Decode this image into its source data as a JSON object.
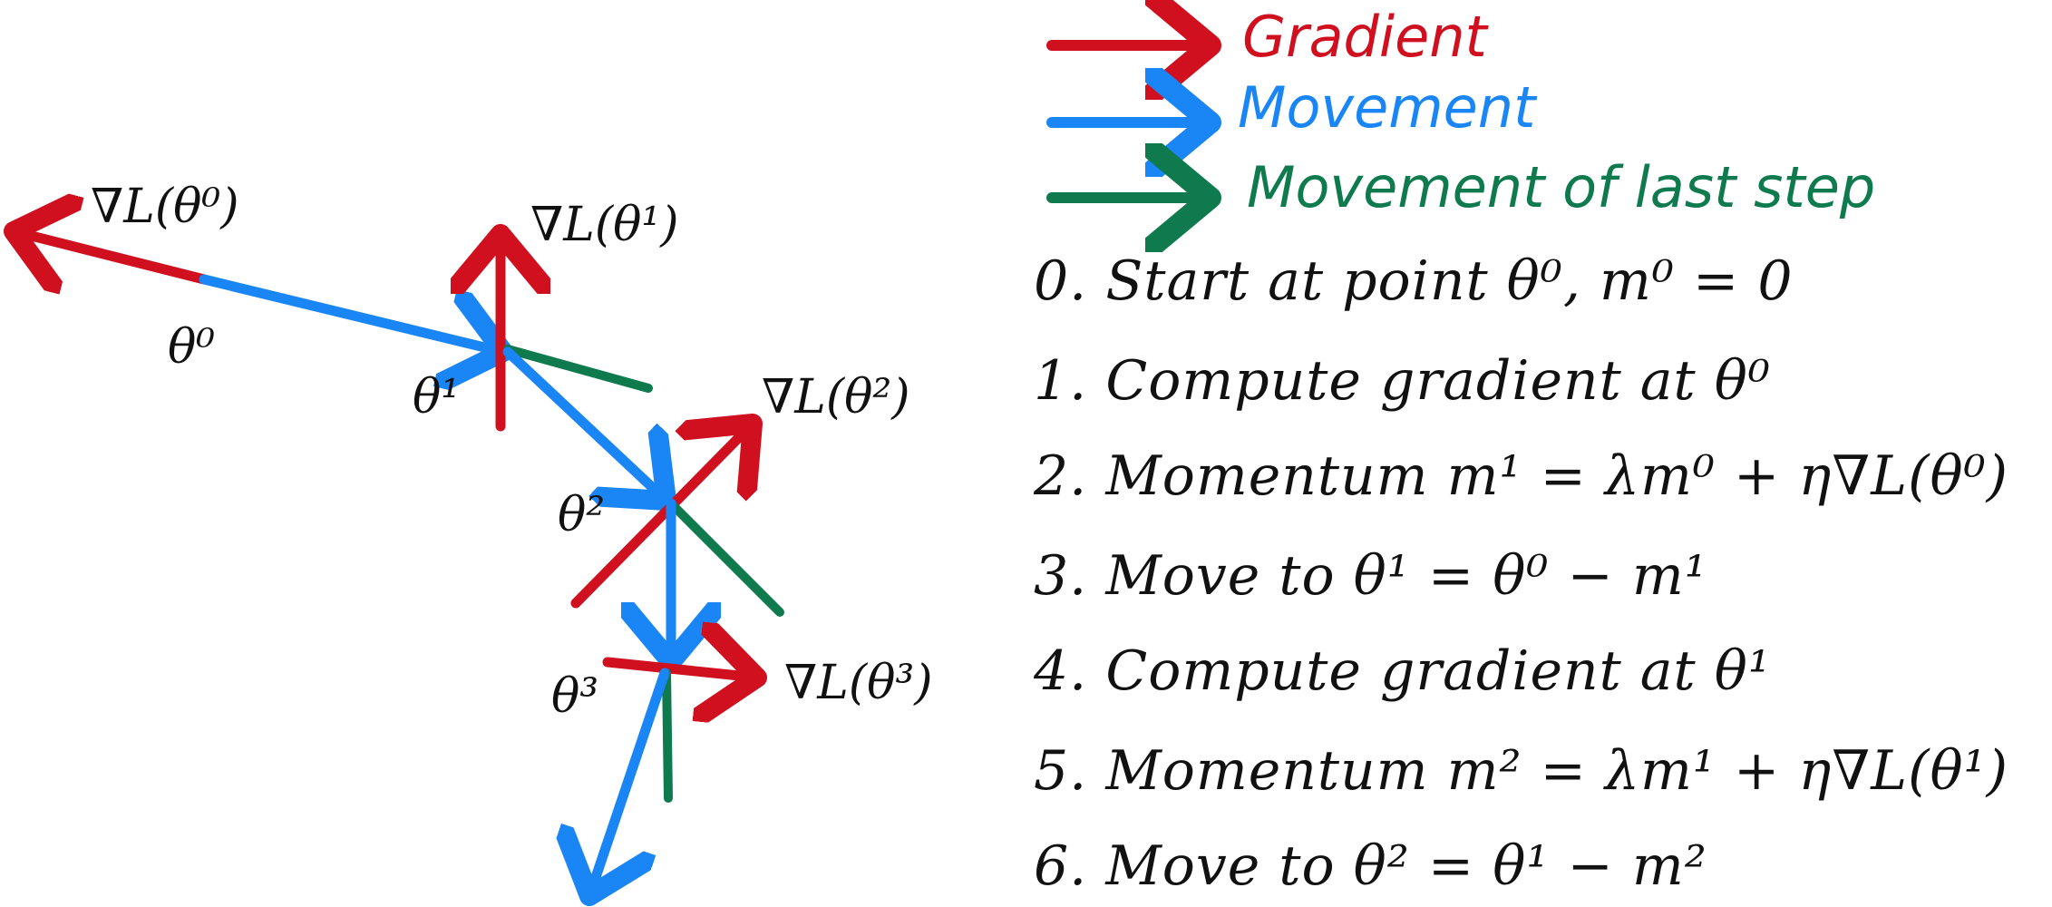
{
  "colors": {
    "gradient": "#d0101f",
    "movement": "#1a86f5",
    "last_movement": "#0e7a4e",
    "ink": "#111111"
  },
  "legend": {
    "gradient": "Gradient",
    "movement": "Movement",
    "last_movement": "Movement of last step"
  },
  "labels": {
    "grad0": "∇L(θ⁰)",
    "grad1": "∇L(θ¹)",
    "grad2": "∇L(θ²)",
    "grad3": "∇L(θ³)",
    "theta0": "θ⁰",
    "theta1": "θ¹",
    "theta2": "θ²",
    "theta3": "θ³"
  },
  "steps": [
    "0. Start at point θ⁰, m⁰ = 0",
    "1. Compute gradient at θ⁰",
    "2. Momentum m¹ = λm⁰ + η∇L(θ⁰)",
    "3. Move to θ¹ = θ⁰ − m¹",
    "4. Compute gradient at θ¹",
    "5. Momentum m² = λm¹ + η∇L(θ¹)",
    "6. Move to θ² = θ¹ − m²"
  ]
}
